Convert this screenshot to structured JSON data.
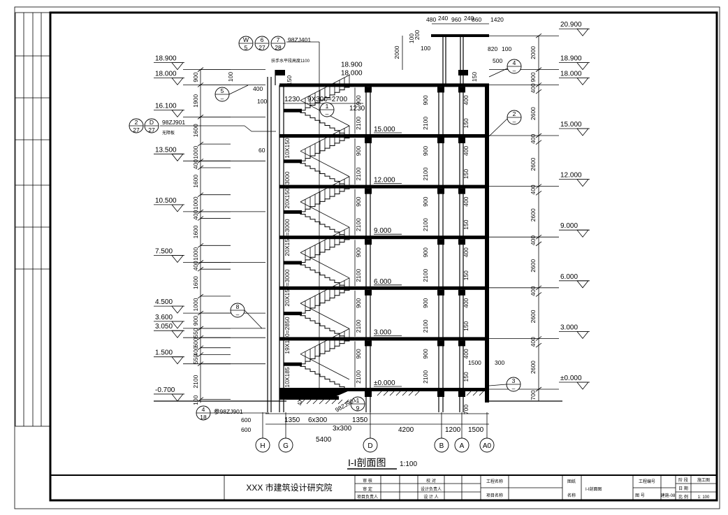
{
  "drawing": {
    "title": "I-I剖面图",
    "scale": "1:100",
    "axes": [
      "H",
      "G",
      "D",
      "B",
      "A",
      "A0"
    ],
    "left_levels": [
      "18.900",
      "18.000",
      "16.100",
      "13.500",
      "10.500",
      "7.500",
      "4.500",
      "3.600",
      "3.050",
      "1.500",
      "-0.700"
    ],
    "left_level_values": [
      18.9,
      18.0,
      16.1,
      13.5,
      10.5,
      7.5,
      4.5,
      3.6,
      3.05,
      1.5,
      -0.7
    ],
    "left_dims": [
      "900",
      "1900",
      "1600",
      "1000",
      "400",
      "1600",
      "1000",
      "400",
      "1600",
      "1000",
      "400",
      "1600",
      "1000",
      "900",
      "550",
      "600",
      "400",
      "550",
      "2100",
      "100"
    ],
    "right_levels": [
      "20.900",
      "18.900",
      "18.000",
      "15.000",
      "12.000",
      "9.000",
      "6.000",
      "3.000",
      "±0.000"
    ],
    "right_level_values": [
      20.9,
      18.9,
      18.0,
      15.0,
      12.0,
      9.0,
      6.0,
      3.0,
      0.0
    ],
    "right_dims": [
      "2000",
      "900",
      "400",
      "2600",
      "400",
      "2600",
      "400",
      "2600",
      "400",
      "2600",
      "400",
      "2600",
      "400",
      "2600",
      "700"
    ],
    "floor_labels": [
      "18.900",
      "18.000",
      "15.000",
      "12.000",
      "9.000",
      "6.000",
      "3.000",
      "±0.000"
    ],
    "storey_dims": {
      "D": [
        "900",
        "2100"
      ],
      "B": [
        "900",
        "2100"
      ],
      "A": [
        "400",
        "150"
      ]
    },
    "stair_labels": [
      "10X150",
      "20X150=3000",
      "20X150=3000",
      "20X150=3000",
      "19X150=2850",
      "10X185",
      "4X150"
    ],
    "top_dims": [
      "480",
      "240",
      "960",
      "240",
      "860",
      "1420",
      "820",
      "100",
      "500",
      "200",
      "100",
      "100",
      "100",
      "2000",
      "150",
      "400",
      "100",
      "1230",
      "9X300=2700",
      "1230",
      "60",
      "150",
      "1500",
      "300"
    ],
    "bottom_dims": [
      "600",
      "600",
      "1350",
      "6x300",
      "1350",
      "3x300",
      "4200",
      "1200",
      "1500",
      "5400",
      "700"
    ],
    "callouts": [
      {
        "top": "W",
        "bottom": "5"
      },
      {
        "top": "6",
        "bottom": "27"
      },
      {
        "top": "7",
        "bottom": "28"
      },
      {
        "top": "5",
        "bottom": "–"
      },
      {
        "top": "2",
        "bottom": "27"
      },
      {
        "top": "D",
        "bottom": "27"
      },
      {
        "top": "1",
        "bottom": "–"
      },
      {
        "top": "4",
        "bottom": "–"
      },
      {
        "top": "2",
        "bottom": "–"
      },
      {
        "top": "8",
        "bottom": "–"
      },
      {
        "top": "3",
        "bottom": "–"
      },
      {
        "top": "4",
        "bottom": "18"
      },
      {
        "top": "1",
        "bottom": "9"
      }
    ],
    "notes": {
      "ref_98zj401": "98ZJ401",
      "handrail_note": "扶手水平段高度1100",
      "ref_98zj901": "98ZJ901",
      "board_note": "无障板",
      "ref_can_98zj901": "参98ZJ901",
      "ref_stair_98zj901": "98ZJ901"
    }
  },
  "title_block": {
    "institute": "XXX 市建筑设计研究院",
    "review": "审 核",
    "approve": "审 定",
    "project_lead": "项目负责人",
    "check": "校 对",
    "design_lead": "设计负责人",
    "designer": "设 计 人",
    "project_name": "工程名称",
    "item_name": "项目名称",
    "drawing_label_1": "图纸",
    "drawing_label_2": "名称",
    "drawing_name": "I-I剖面图",
    "project_no": "工程编号",
    "drawing_no_label": "图 号",
    "drawing_no": "建施-08",
    "stage_label": "阶 段",
    "stage": "施工图",
    "date_label": "日 期",
    "scale_label": "比 例",
    "scale": "1: 100"
  }
}
